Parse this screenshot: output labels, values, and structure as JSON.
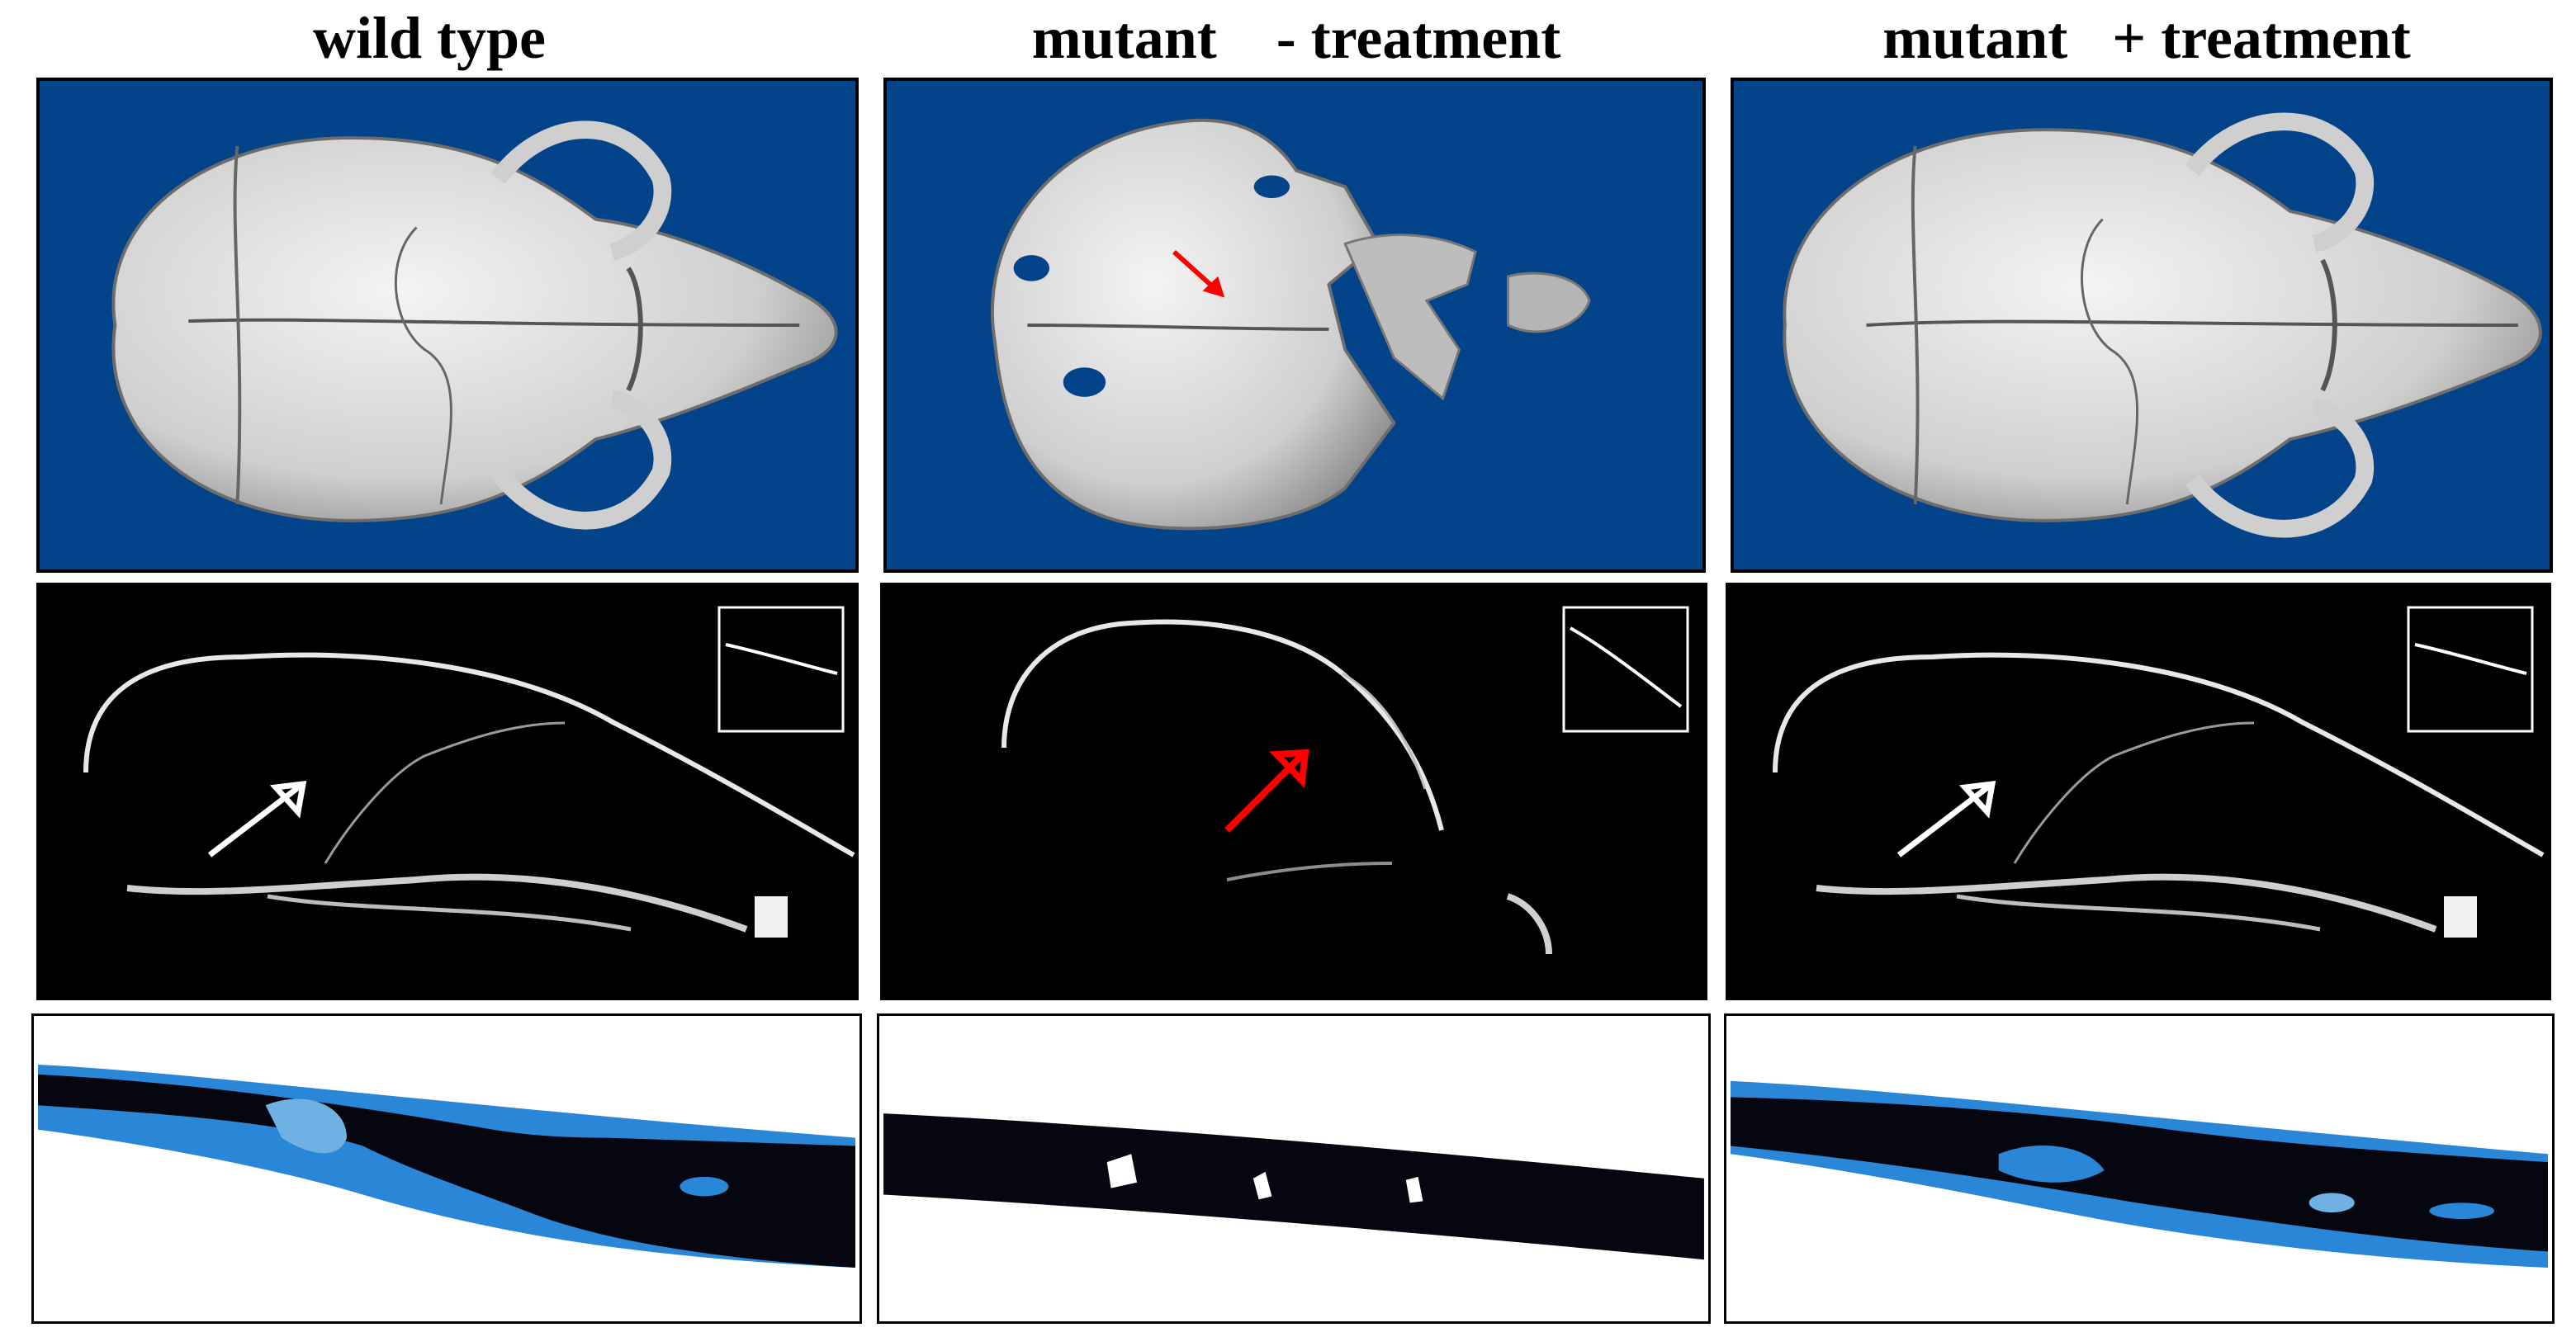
{
  "columns": [
    {
      "title": "wild type"
    },
    {
      "title": "mutant    - treatment"
    },
    {
      "title": "mutant   + treatment"
    }
  ],
  "colors": {
    "skull_background": "#03438a",
    "ct_background": "#000000",
    "bone": "#e8e8e8",
    "stain_blue": "#2a86d6",
    "bone_dark": "#05060f",
    "arrow_normal": "#ffffff",
    "arrow_defect": "#ff0000"
  },
  "rows": [
    "3D micro-CT dorsal skull view",
    "sagittal micro-CT section with inset",
    "stained histology section"
  ],
  "icons": [
    "arrow-icon"
  ]
}
